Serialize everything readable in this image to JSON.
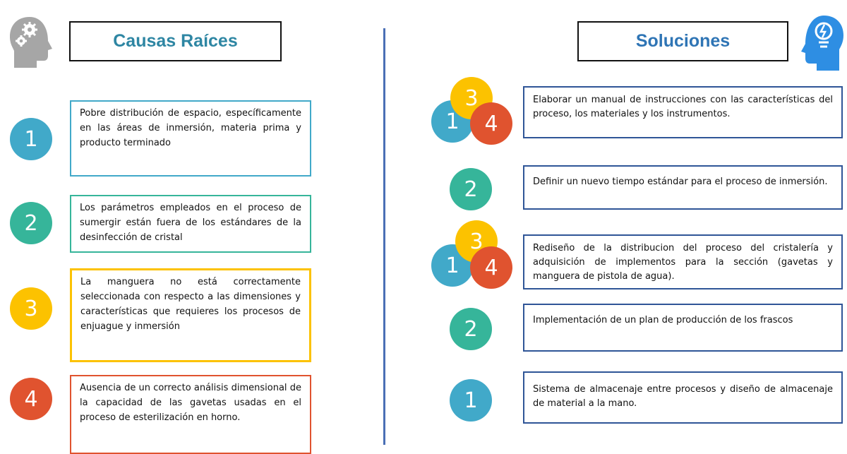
{
  "colors": {
    "blue": "#41a9c9",
    "green": "#36b59a",
    "yellow": "#fcc200",
    "red": "#e0532f",
    "title": "#2e86a3",
    "border_dark": "#2f5597"
  },
  "left": {
    "title": "Causas Raíces",
    "items": [
      {
        "num": "1",
        "text": "Pobre distribución de espacio, específicamente en las áreas de inmersión, materia prima y producto terminado"
      },
      {
        "num": "2",
        "text": "Los parámetros empleados en el proceso de sumergir están fuera de los estándares de la desinfección de cristal"
      },
      {
        "num": "3",
        "text": "La manguera no está correctamente seleccionada con respecto a las dimensiones y características que requieres los procesos de enjuague y inmersión"
      },
      {
        "num": "4",
        "text": "Ausencia de un correcto análisis dimensional de la capacidad de las gavetas usadas en el proceso de esterilización en horno."
      }
    ]
  },
  "right": {
    "title": "Soluciones",
    "items": [
      {
        "nums": [
          "1",
          "3",
          "4"
        ],
        "text": "Elaborar un manual de instrucciones con las características del proceso, los materiales y los instrumentos."
      },
      {
        "nums": [
          "2"
        ],
        "text": "Definir un nuevo tiempo estándar para el proceso de inmersión."
      },
      {
        "nums": [
          "1",
          "3",
          "4"
        ],
        "text": "Rediseño de la distribucion del proceso del cristalería y adquisición de implementos para la sección (gavetas y manguera de pistola de agua)."
      },
      {
        "nums": [
          "2"
        ],
        "text": "Implementación de un plan de producción de los frascos"
      },
      {
        "nums": [
          "1"
        ],
        "text": "Sistema de almacenaje entre procesos y diseño de almacenaje de material a la mano."
      }
    ]
  },
  "icons": {
    "left": "head-gears-icon",
    "right": "head-lightbulb-icon"
  }
}
